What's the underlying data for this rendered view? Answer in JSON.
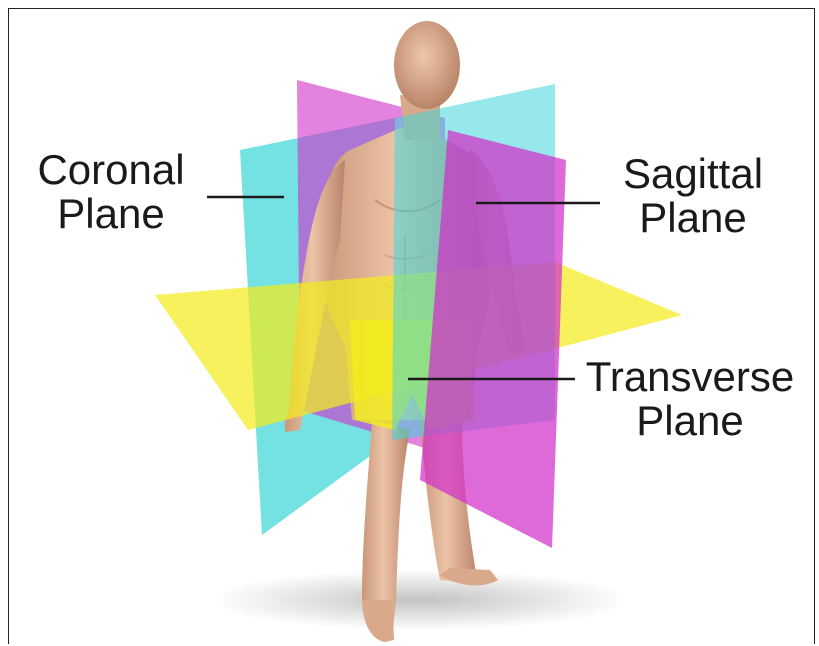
{
  "labels": {
    "coronal": {
      "line1": "Coronal",
      "line2": "Plane"
    },
    "sagittal": {
      "line1": "Sagittal",
      "line2": "Plane"
    },
    "transverse": {
      "line1": "Transverse",
      "line2": "Plane"
    }
  },
  "colors": {
    "coronal_plane": "#3fd6d8",
    "sagittal_plane": "#d12fc9",
    "transverse_plane": "#f2ec1e",
    "skin": "#e0b596"
  }
}
